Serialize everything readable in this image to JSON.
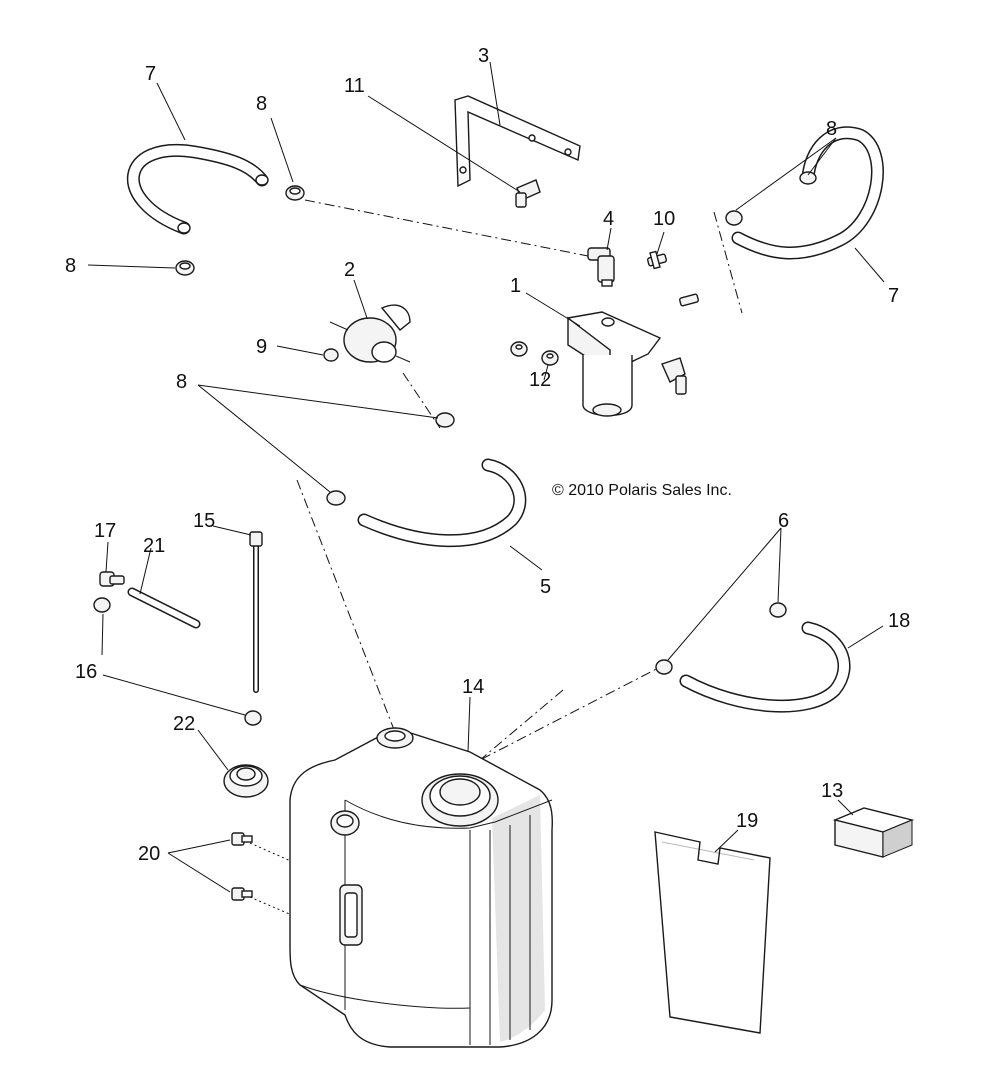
{
  "copyright": "© 2010 Polaris Sales Inc.",
  "callouts": {
    "c1": "1",
    "c2": "2",
    "c3": "3",
    "c4": "4",
    "c5": "5",
    "c6": "6",
    "c7a": "7",
    "c7b": "7",
    "c8a": "8",
    "c8b": "8",
    "c8c": "8",
    "c8d": "8",
    "c9": "9",
    "c10": "10",
    "c11": "11",
    "c12": "12",
    "c13": "13",
    "c14": "14",
    "c15": "15",
    "c16": "16",
    "c17": "17",
    "c18": "18",
    "c19": "19",
    "c20": "20",
    "c21": "21",
    "c22": "22"
  }
}
